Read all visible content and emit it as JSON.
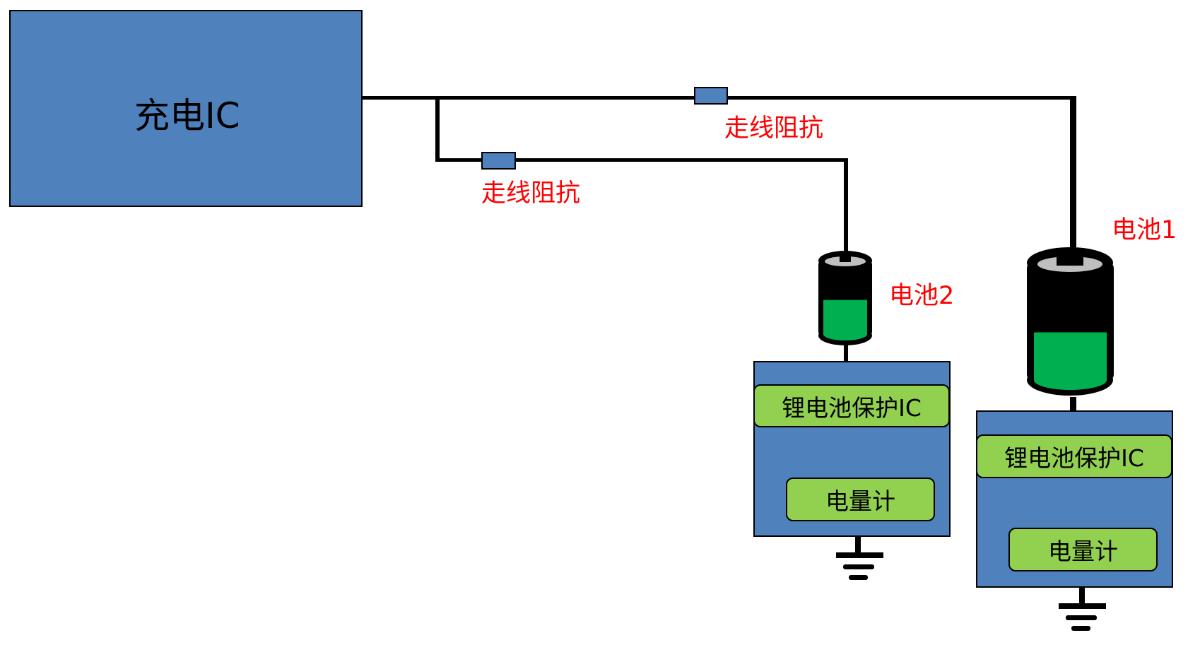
{
  "charger": {
    "label": "充电IC"
  },
  "impedances": [
    {
      "label": "走线阻抗"
    },
    {
      "label": "走线阻抗"
    }
  ],
  "batteries": [
    {
      "label": "电池1",
      "charge_level": 0.45,
      "module": {
        "protect_label": "锂电池保护IC",
        "gauge_label": "电量计"
      }
    },
    {
      "label": "电池2",
      "charge_level": 0.55,
      "module": {
        "protect_label": "锂电池保护IC",
        "gauge_label": "电量计"
      }
    }
  ],
  "colors": {
    "block_blue": "#4f81bd",
    "pill_green": "#92d050",
    "battery_green": "#00b050",
    "label_red": "#ff0000",
    "wire": "#000000"
  }
}
